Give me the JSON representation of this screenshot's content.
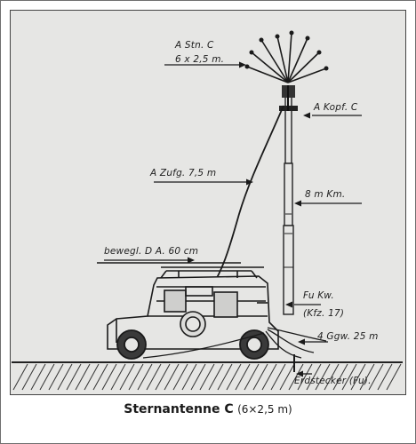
{
  "labels": {
    "antenna_star": "A Stn. C",
    "antenna_dims": "6 x 2,5 m.",
    "antenna_head": "A Kopf. C",
    "feed_line": "A Zufg. 7,5 m",
    "mast": "8 m Km.",
    "movable_antenna": "bewegl. D A. 60 cm",
    "radio_car": "Fu Kw.",
    "vehicle_code": "(Kfz. 17)",
    "counterpoise": "4 Ggw. 25 m",
    "ground_plug": "Erdstecker (Fu)."
  },
  "caption": {
    "title": "Sternantenne C",
    "dimensions": "(6×2,5 m)"
  },
  "colors": {
    "ink": "#1f1f1f",
    "paper": "#e6e6e4",
    "border": "#444444"
  }
}
